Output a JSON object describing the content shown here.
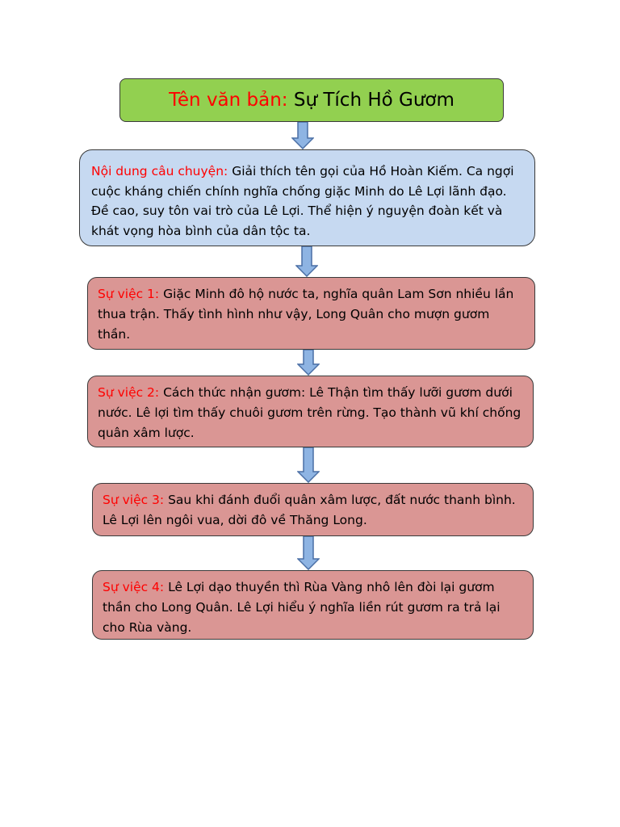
{
  "title": {
    "label": "Tên văn bản:",
    "text": "Sự Tích Hồ Gươm"
  },
  "content": {
    "label": "Nội dung câu chuyện:",
    "text": "Giải thích tên gọi của Hồ Hoàn Kiếm. Ca ngợi cuộc kháng chiến chính nghĩa chống giặc Minh do Lê Lợi lãnh đạo. Đề cao, suy tôn vai trò của Lê Lợi. Thể hiện ý nguyện đoàn kết và khát vọng hòa bình của dân tộc ta."
  },
  "events": [
    {
      "label": "Sự việc 1:",
      "text": "Giặc Minh đô hộ nước ta, nghĩa quân Lam Sơn nhiều lần thua trận. Thấy tình hình như vậy, Long Quân cho mượn gươm thần."
    },
    {
      "label": "Sự việc 2:",
      "text": "Cách thức nhận gươm: Lê Thận tìm thấy lưỡi gươm dưới nước. Lê lợi tìm thấy chuôi gươm trên rừng. Tạo thành vũ khí chống quân xâm lược."
    },
    {
      "label": "Sự việc 3:",
      "text": "Sau khi đánh đuổi quân xâm lược, đất nước thanh bình. Lê Lợi lên ngôi vua, dời đô về Thăng  Long."
    },
    {
      "label": "Sự việc 4:",
      "text": "Lê Lợi dạo thuyền thì Rùa Vàng nhô lên đòi lại gươm thần cho Long Quân. Lê Lợi hiểu ý nghĩa liền rút gươm ra trả lại cho Rùa vàng."
    }
  ],
  "colors": {
    "title_fill": "#92d050",
    "content_fill": "#c6d9f1",
    "event_fill": "#da9694",
    "label_color": "#ff0000",
    "arrow_fill": "#8eb4e3",
    "arrow_stroke": "#4a6fa5"
  }
}
